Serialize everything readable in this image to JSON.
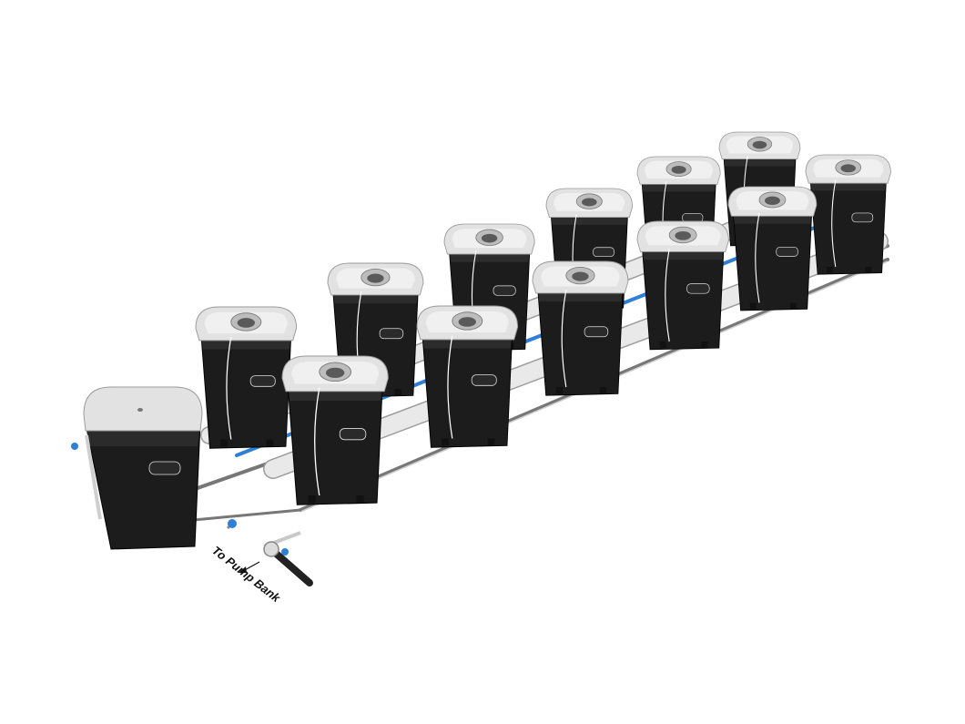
{
  "diagram": {
    "annotation": "To Pump Bank",
    "bucket_count": 12,
    "reservoir_count": 1,
    "colors": {
      "bucket": "#1c1c1c",
      "lid": "#e2e2e2",
      "pipe": "#e9e9e9",
      "tube": "#2f7fd6",
      "rail": "#777777"
    }
  }
}
